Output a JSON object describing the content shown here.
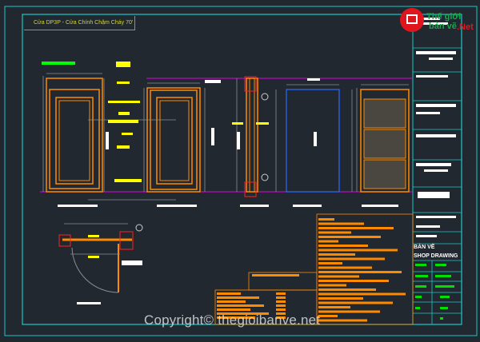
{
  "drawing": {
    "title": "Cửa DP3P - Cửa Chính Chậm Cháy 70'",
    "drawing_type_label": "BẢN VẼ",
    "drawing_type_value": "SHOP DRAWING"
  },
  "logo": {
    "line1": "Thế giới",
    "line2": "bản vẽ",
    "line3": ".Net"
  },
  "watermark": "Copyright© thegioibanve.net",
  "colors": {
    "background": "#212830",
    "frame": "#19c8c8",
    "door": "#ff8a00",
    "dimension": "#8a8f96",
    "highlight": "#ffff00",
    "magenta": "#e000e0",
    "green": "#00ff00",
    "section_blue": "#2a6cff"
  }
}
